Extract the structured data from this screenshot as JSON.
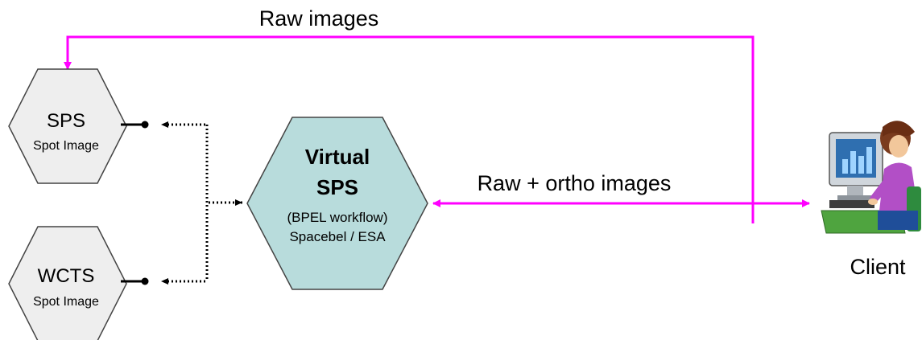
{
  "flows": {
    "top_label": "Raw images",
    "middle_label": "Raw + ortho images"
  },
  "nodes": {
    "sps": {
      "title": "SPS",
      "subtitle": "Spot Image"
    },
    "wcts": {
      "title": "WCTS",
      "subtitle": "Spot Image"
    },
    "virtual_sps": {
      "title_line1": "Virtual",
      "title_line2": "SPS",
      "line3": "(BPEL workflow)",
      "line4": "Spacebel / ESA"
    },
    "client": {
      "label": "Client"
    }
  },
  "colors": {
    "flow_arrow": "#FF00FF",
    "service_fill": "#EEEEEE",
    "virtual_fill": "#B8DCDC",
    "outline": "#444444"
  }
}
